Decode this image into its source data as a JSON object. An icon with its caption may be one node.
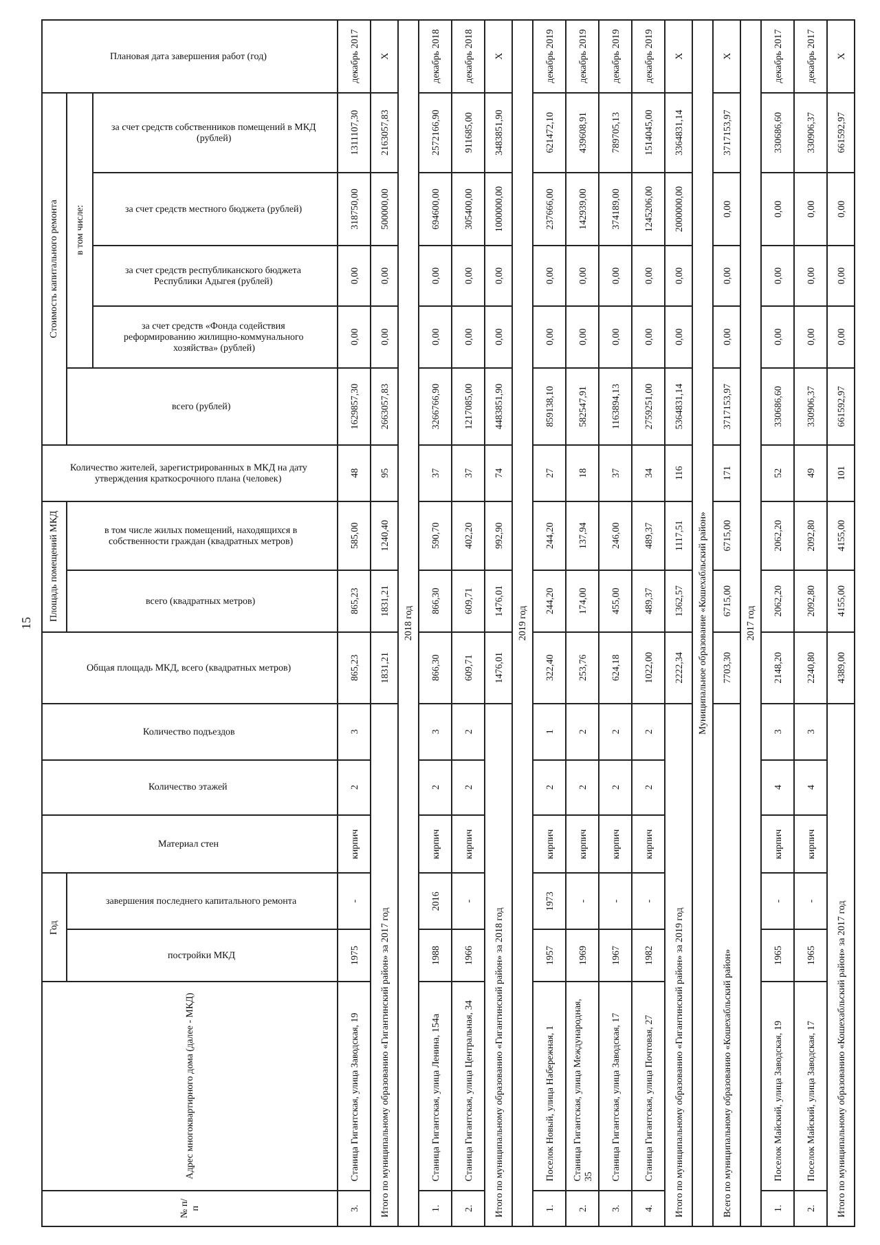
{
  "diagram": {
    "labels": [
      "15",
      "№ п/п",
      "Адрес многоквартирного дома (далее - МКД)",
      "Год",
      "Материал стен",
      "Количество этажей",
      "Количество подъездов",
      "Общая площадь МКД, всего (квадратных метров)",
      "Площадь помещений МКД",
      "Количество жителей, зарегистрированных в МКД на дату утверждения краткосрочного плана (человек)",
      "Стоимость капитального ремонта",
      "Плановая дата завершения работ (год)",
      "постройки МКД",
      "завершения последнего капитального ремонта",
      "всего (квадратных метров)",
      "в том числе жилых помещений, находящихся в собственности граждан (квадратных метров)",
      "всего (рублей)",
      "в том числе:",
      "за счет средств «Фонда содействия реформированию жилищно-коммунального хозяйства» (рублей)",
      "за счет средств республиканского бюджета Республики Адыгея (рублей)",
      "за счет средств местного бюджета (рублей)",
      "за счет средств собственников помещений в МКД (рублей)",
      "3.",
      "Станица Гигантская, улица Заводская, 19",
      "1975",
      "-",
      "кирпич",
      "2",
      "3",
      "865,23",
      "865,23",
      "585,00",
      "48",
      "1629857,30",
      "0,00",
      "0,00",
      "318750,00",
      "1311107,30",
      "декабрь 2017",
      "Итого по муниципальному образованию «Гигантинский район» за 2017 год",
      "1831,21",
      "1831,21",
      "1240,40",
      "95",
      "2663057,83",
      "0,00",
      "0,00",
      "500000,00",
      "2163057,83",
      "Х",
      "2018 год",
      "1.",
      "Станица Гигантская, улица Ленина, 154а",
      "1988",
      "2016",
      "кирпич",
      "2",
      "3",
      "866,30",
      "866,30",
      "590,70",
      "37",
      "3266766,90",
      "0,00",
      "0,00",
      "694600,00",
      "2572166,90",
      "декабрь 2018",
      "2.",
      "Станица Гигантская, улица Центральная, 34",
      "1966",
      "-",
      "кирпич",
      "2",
      "2",
      "609,71",
      "609,71",
      "402,20",
      "37",
      "1217085,00",
      "0,00",
      "0,00",
      "305400,00",
      "911685,00",
      "декабрь 2018",
      "Итого по муниципальному образованию «Гигантинский район» за 2018 год",
      "1476,01",
      "1476,01",
      "992,90",
      "74",
      "4483851,90",
      "0,00",
      "0,00",
      "1000000,00",
      "3483851,90",
      "Х",
      "2019 год",
      "1.",
      "Поселок Новый, улица Набережная, 1",
      "1957",
      "1973",
      "кирпич",
      "2",
      "1",
      "322,40",
      "244,20",
      "244,20",
      "27",
      "859138,10",
      "0,00",
      "0,00",
      "237666,00",
      "621472,10",
      "декабрь 2019",
      "2.",
      "Станица Гигантская, улица Международная, 35",
      "1969",
      "-",
      "кирпич",
      "2",
      "2",
      "253,76",
      "174,00",
      "137,94",
      "18",
      "582547,91",
      "0,00",
      "0,00",
      "142939,00",
      "439608,91",
      "декабрь 2019",
      "3.",
      "Станица Гигантская, улица Заводская, 17",
      "1967",
      "-",
      "кирпич",
      "2",
      "2",
      "624,18",
      "455,00",
      "246,00",
      "37",
      "1163894,13",
      "0,00",
      "0,00",
      "374189,00",
      "789705,13",
      "декабрь 2019",
      "4.",
      "Станица Гигантская, улица Почтовая, 27",
      "1982",
      "-",
      "кирпич",
      "2",
      "2",
      "1022,00",
      "489,37",
      "489,37",
      "34",
      "2759251,00",
      "0,00",
      "0,00",
      "1245206,00",
      "1514045,00",
      "декабрь 2019",
      "Итого по муниципальному образованию «Гигантинский район» за 2019 год",
      "2222,34",
      "1362,57",
      "1117,51",
      "116",
      "5364831,14",
      "0,00",
      "0,00",
      "2000000,00",
      "3364831,14",
      "Х",
      "Муниципальное образование «Кошехабльский район»",
      "Всего по муниципальному образованию «Кошехабльский район»",
      "7703,30",
      "6715,00",
      "6715,00",
      "171",
      "3717153,97",
      "0,00",
      "0,00",
      "0,00",
      "3717153,97",
      "Х",
      "2017 год",
      "1.",
      "Поселок Майский, улица Заводская, 19",
      "1965",
      "-",
      "кирпич",
      "4",
      "3",
      "2148,20",
      "2062,20",
      "2062,20",
      "52",
      "330686,60",
      "0,00",
      "0,00",
      "0,00",
      "330686,60",
      "декабрь 2017",
      "2.",
      "Поселок Майский, улица Заводская, 17",
      "1965",
      "-",
      "кирпич",
      "4",
      "3",
      "2240,80",
      "2092,80",
      "2092,80",
      "49",
      "330906,37",
      "0,00",
      "0,00",
      "0,00",
      "330906,37",
      "декабрь 2017",
      "Итого по муниципальному образованию «Кошехабльский район» за 2017 год",
      "4389,00",
      "4155,00",
      "4155,00",
      "101",
      "661592,97",
      "0,00",
      "0,00",
      "0,00",
      "661592,97",
      "Х"
    ]
  }
}
